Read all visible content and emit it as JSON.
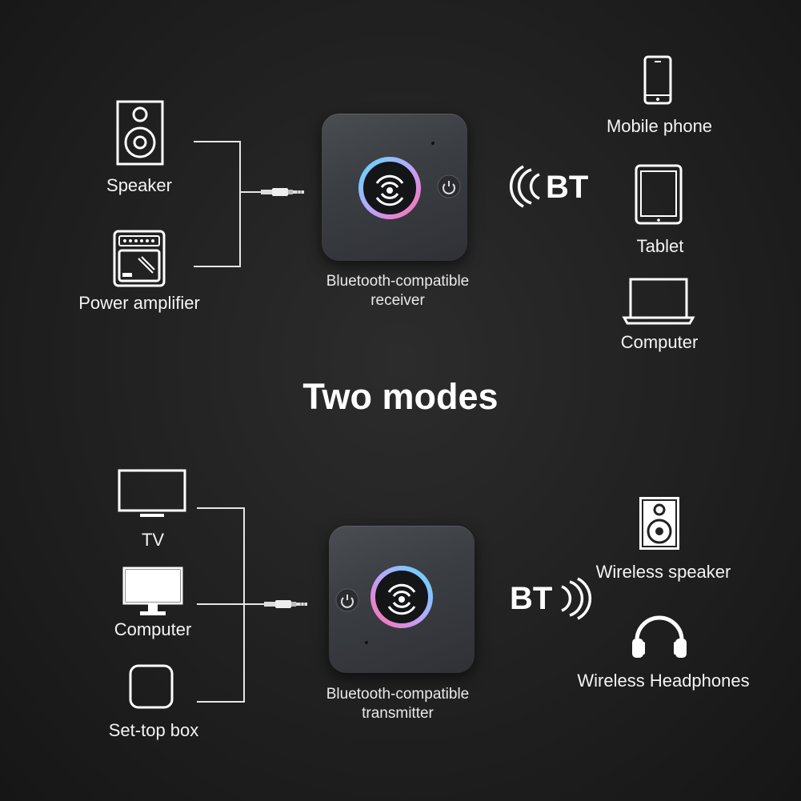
{
  "title": "Two modes",
  "receiver_mode": {
    "inputs": [
      {
        "label": "Speaker",
        "icon": "speaker-icon"
      },
      {
        "label": "Power amplifier",
        "icon": "amplifier-icon"
      }
    ],
    "device_label_line1": "Bluetooth-compatible",
    "device_label_line2": "receiver",
    "bt_label": "BT",
    "outputs": [
      {
        "label": "Mobile phone",
        "icon": "phone-icon"
      },
      {
        "label": "Tablet",
        "icon": "tablet-icon"
      },
      {
        "label": "Computer",
        "icon": "laptop-icon"
      }
    ]
  },
  "transmitter_mode": {
    "inputs": [
      {
        "label": "TV",
        "icon": "tv-icon"
      },
      {
        "label": "Computer",
        "icon": "monitor-icon"
      },
      {
        "label": "Set-top box",
        "icon": "settop-box-icon"
      }
    ],
    "device_label_line1": "Bluetooth-compatible",
    "device_label_line2": "transmitter",
    "bt_label": "BT",
    "outputs": [
      {
        "label": "Wireless speaker",
        "icon": "wireless-speaker-icon"
      },
      {
        "label": "Wireless Headphones",
        "icon": "headphones-icon"
      }
    ]
  },
  "colors": {
    "background": "#202020",
    "icon_stroke": "#ffffff",
    "ring_pink": "#ff6fb0",
    "ring_cyan": "#5fd8ff",
    "device_body": "#3b3e43"
  }
}
